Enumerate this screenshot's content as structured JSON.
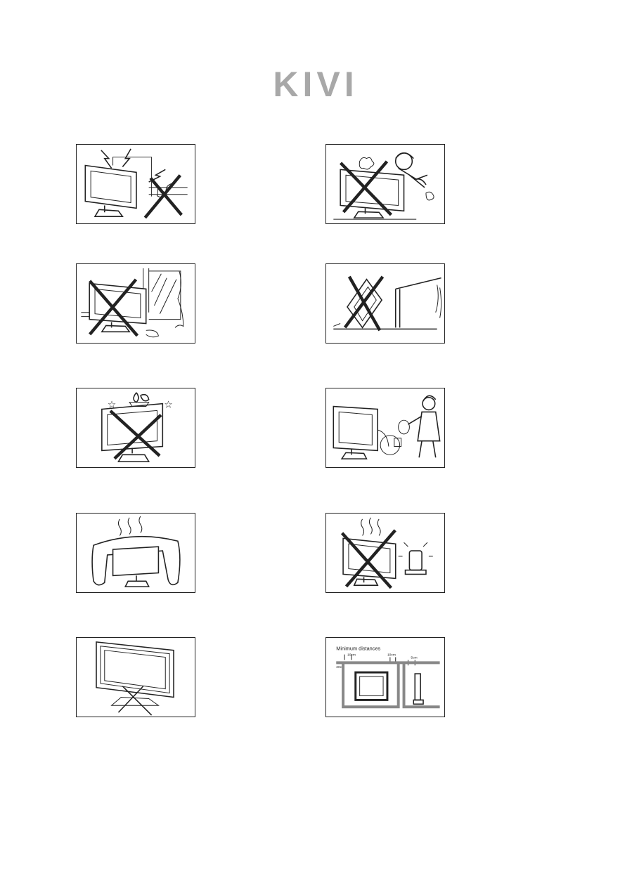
{
  "brand": {
    "name": "KIVI",
    "color": "#a8a8a8"
  },
  "diagram_labels": {
    "title": "Minimum distances",
    "side_top_left": "10cm",
    "side_top_right": "10cm",
    "side_left": "20cm",
    "rear": "5cm"
  },
  "panels": [
    {
      "name": "panel-lightning-antenna",
      "icon": "lightning-warning-icon"
    },
    {
      "name": "panel-child-climbing",
      "icon": "child-climbing-warning-icon"
    },
    {
      "name": "panel-rain-window",
      "icon": "moisture-warning-icon"
    },
    {
      "name": "panel-falling-tv",
      "icon": "unstable-surface-warning-icon"
    },
    {
      "name": "panel-objects-on-top",
      "icon": "objects-on-top-warning-icon"
    },
    {
      "name": "panel-unplug",
      "icon": "unplug-power-icon"
    },
    {
      "name": "panel-cover-ventilation",
      "icon": "covered-vents-warning-icon"
    },
    {
      "name": "panel-heater",
      "icon": "heat-source-warning-icon"
    },
    {
      "name": "panel-wall-mount",
      "icon": "wall-mount-warning-icon"
    },
    {
      "name": "panel-min-distances",
      "icon": "ventilation-clearance-icon"
    }
  ]
}
